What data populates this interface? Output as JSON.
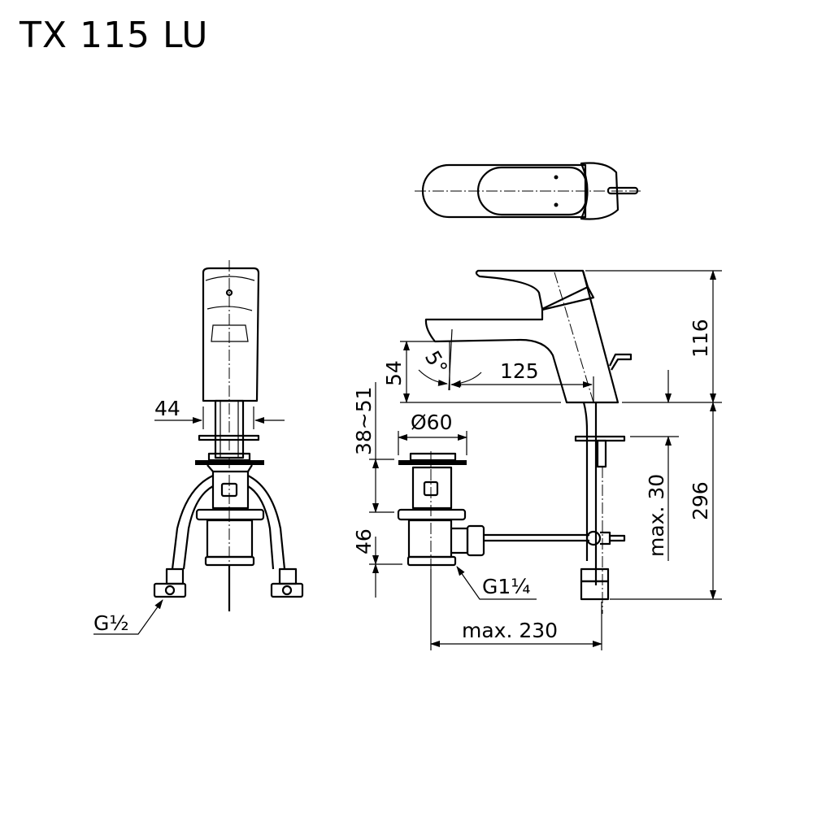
{
  "title": "TX 115 LU",
  "dimensions": {
    "spout_width": "44",
    "inlet_thread": "G½",
    "height_top": "116",
    "spout_height": "54",
    "angle": "5°",
    "spout_reach": "125",
    "deck_thickness": "38~51",
    "drain_diameter": "Ø60",
    "drain_height": "46",
    "drain_thread": "G1¼",
    "drain_rod_length": "max. 230",
    "counter_thickness": "max. 30",
    "height_below": "296"
  }
}
